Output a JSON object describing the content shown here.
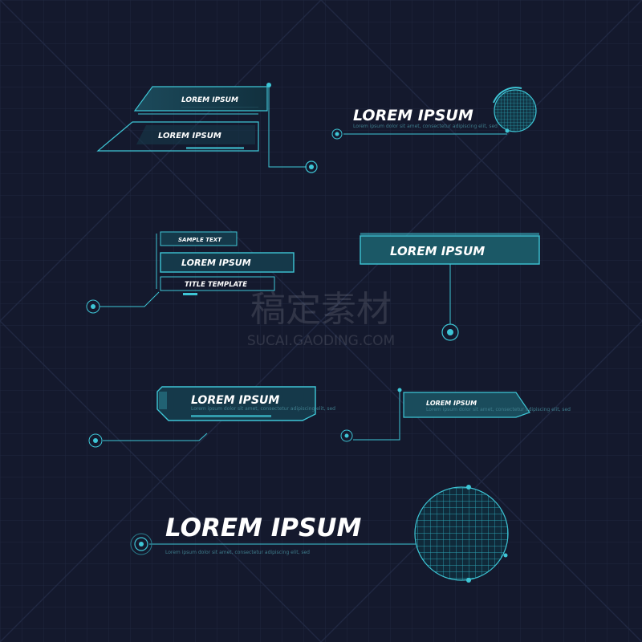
{
  "colors": {
    "background": "#14192d",
    "accent": "#3ec6d6",
    "accent_dim": "#2a7f8f",
    "panel_fill": "#17495a",
    "title_text": "#ffffff"
  },
  "elements": {
    "e1": {
      "title_top": "LOREM IPSUM",
      "title_bottom": "LOREM IPSUM"
    },
    "e2": {
      "title": "LOREM IPSUM",
      "subtitle": "Lorem ipsum dolor sit amet, consectetur adipiscing elit, sed"
    },
    "e3": {
      "sample_text": "SAMPLE TEXT",
      "title": "LOREM IPSUM",
      "template_label": "TITLE TEMPLATE"
    },
    "e4": {
      "title": "LOREM IPSUM"
    },
    "e5": {
      "title": "LOREM IPSUM",
      "subtitle": "Lorem ipsum dolor sit amet, consectetur adipiscing elit, sed"
    },
    "e6": {
      "title": "LOREM IPSUM",
      "subtitle": "Lorem ipsum dolor sit amet, consectetur adipiscing elit, sed"
    },
    "e7": {
      "title": "LOREM IPSUM",
      "subtitle": "Lorem ipsum dolor sit amet, consectetur adipiscing elit, sed"
    }
  },
  "watermark": {
    "chinese": "稿定素材",
    "url": "SUCAI.GAODING.COM"
  }
}
